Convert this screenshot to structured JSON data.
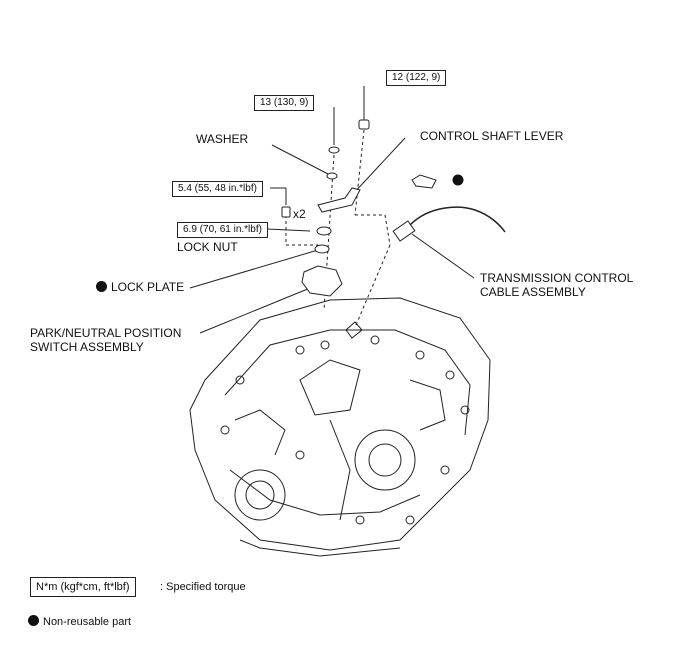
{
  "torques": {
    "t12": "12 (122, 9)",
    "t13": "13 (130, 9)",
    "t54": "5.4 (55, 48 in.*lbf)",
    "t69": "6.9 (70, 61 in.*lbf)"
  },
  "labels": {
    "washer": "WASHER",
    "control_shaft_lever": "CONTROL SHAFT LEVER",
    "x2": "x2",
    "lock_nut": "LOCK NUT",
    "lock_plate": "LOCK PLATE",
    "tcc_line1": "TRANSMISSION CONTROL",
    "tcc_line2": "CABLE ASSEMBLY",
    "pnp_line1": "PARK/NEUTRAL POSITION",
    "pnp_line2": "SWITCH ASSEMBLY"
  },
  "legend": {
    "torque_unit": "N*m (kgf*cm, ft*lbf)",
    "torque_desc": ": Specified torque",
    "nonreusable": "Non-reusable part"
  },
  "icons": [
    "non-reusable-dot-icon"
  ]
}
